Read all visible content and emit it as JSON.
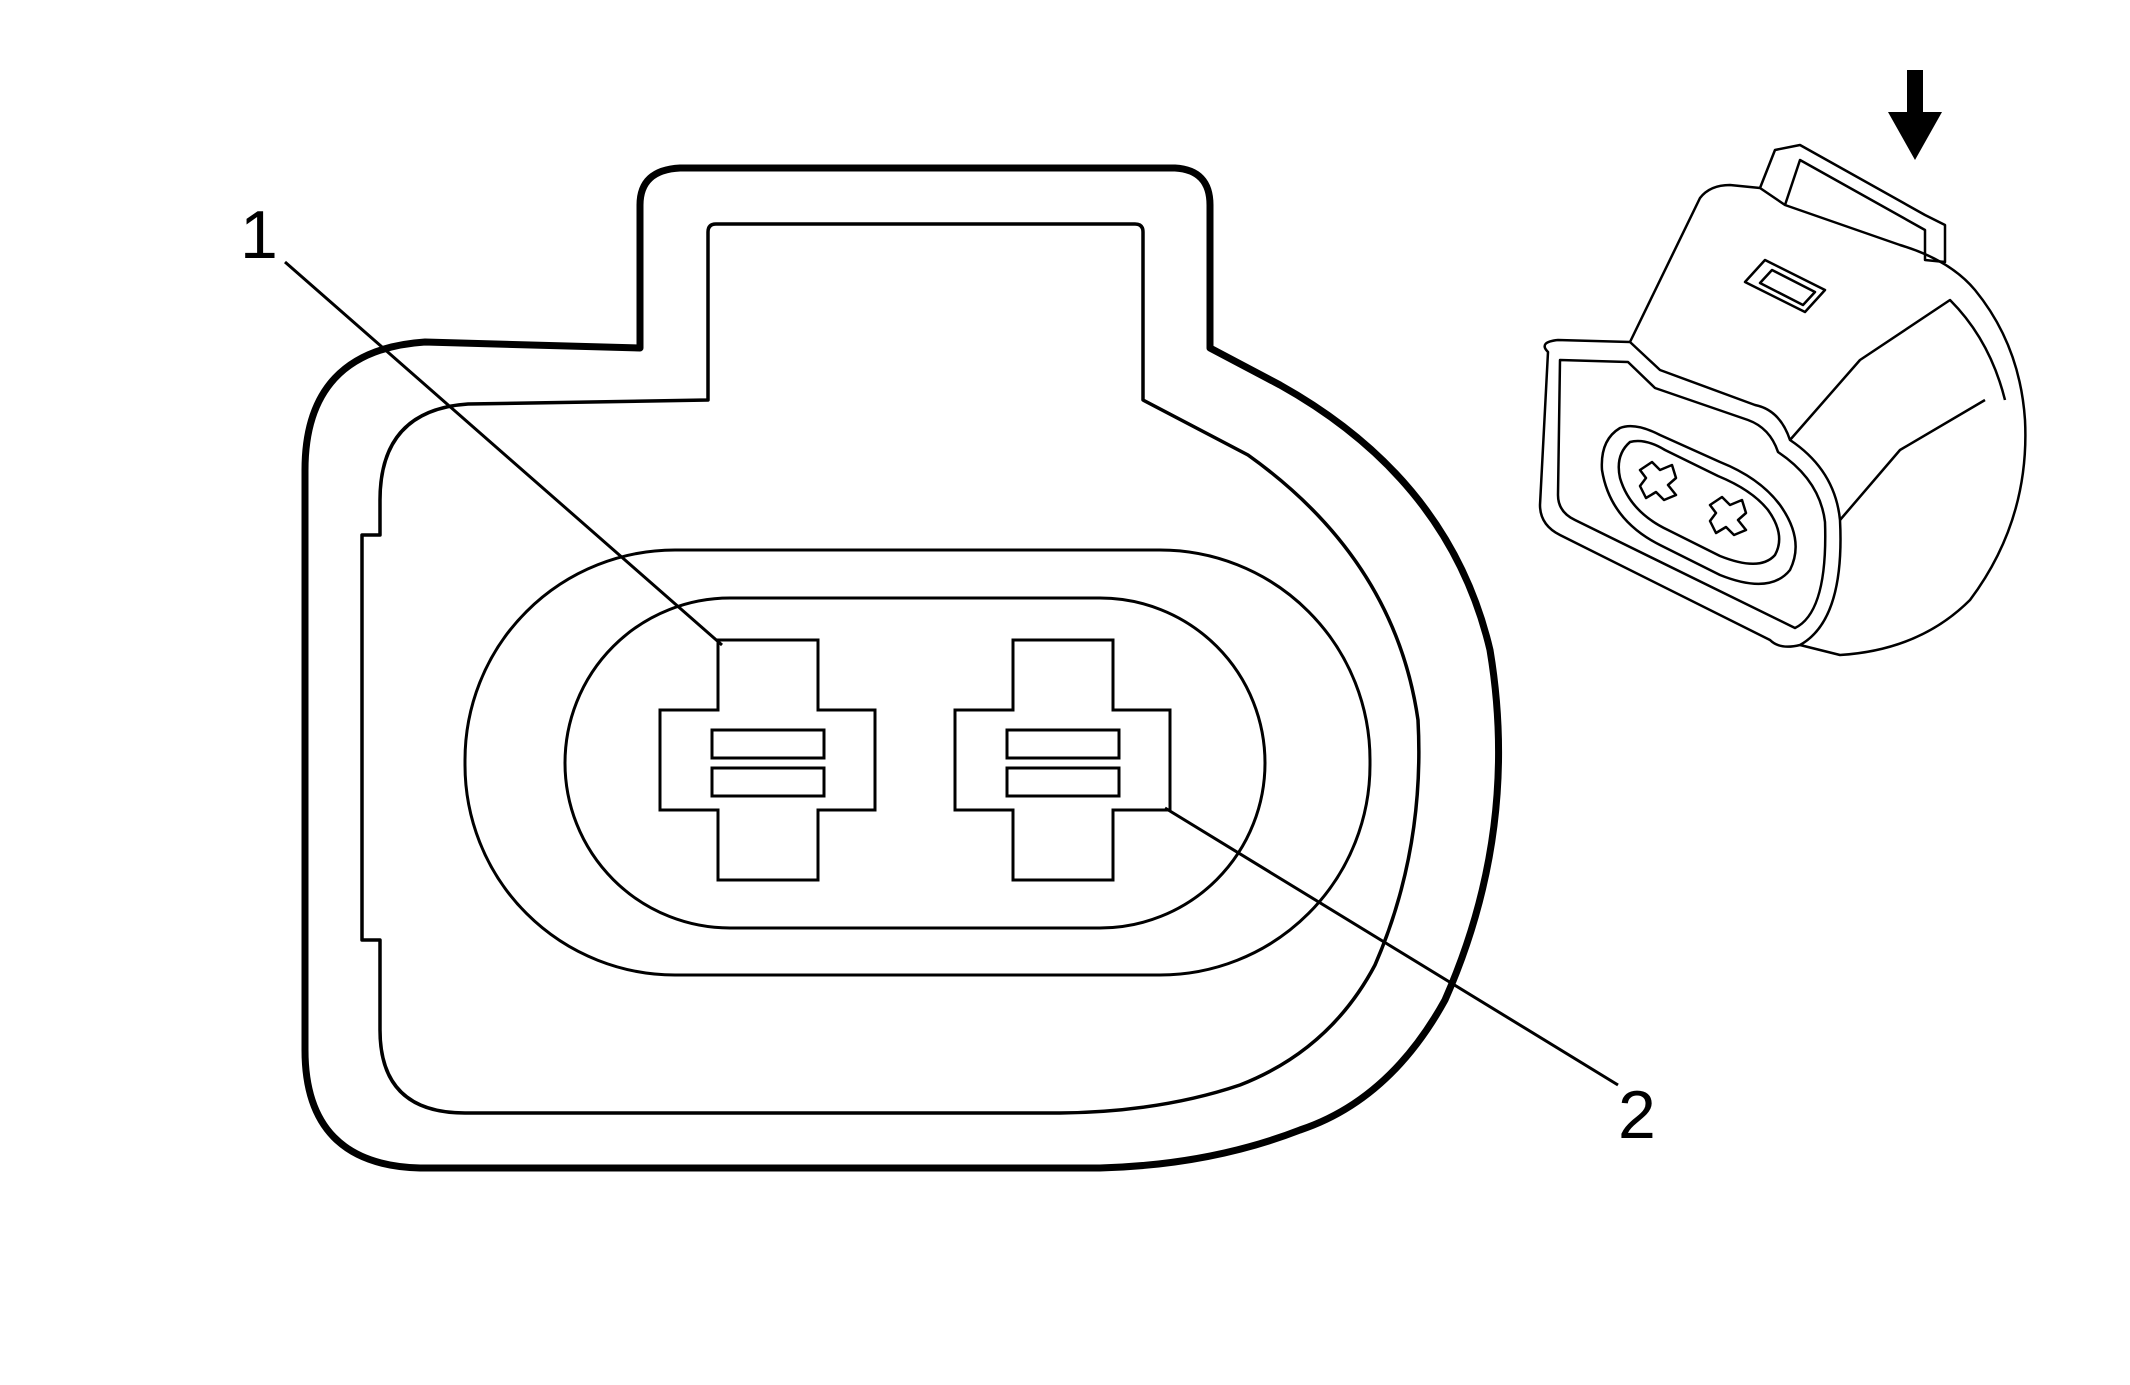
{
  "diagram": {
    "description_items": [
      {
        "label": "1"
      },
      {
        "label": "2"
      }
    ],
    "colors": {
      "line": "#000000",
      "background": "#ffffff"
    },
    "icons": [
      "connector-face-view",
      "connector-3d-view",
      "view-direction-arrow-icon"
    ]
  }
}
